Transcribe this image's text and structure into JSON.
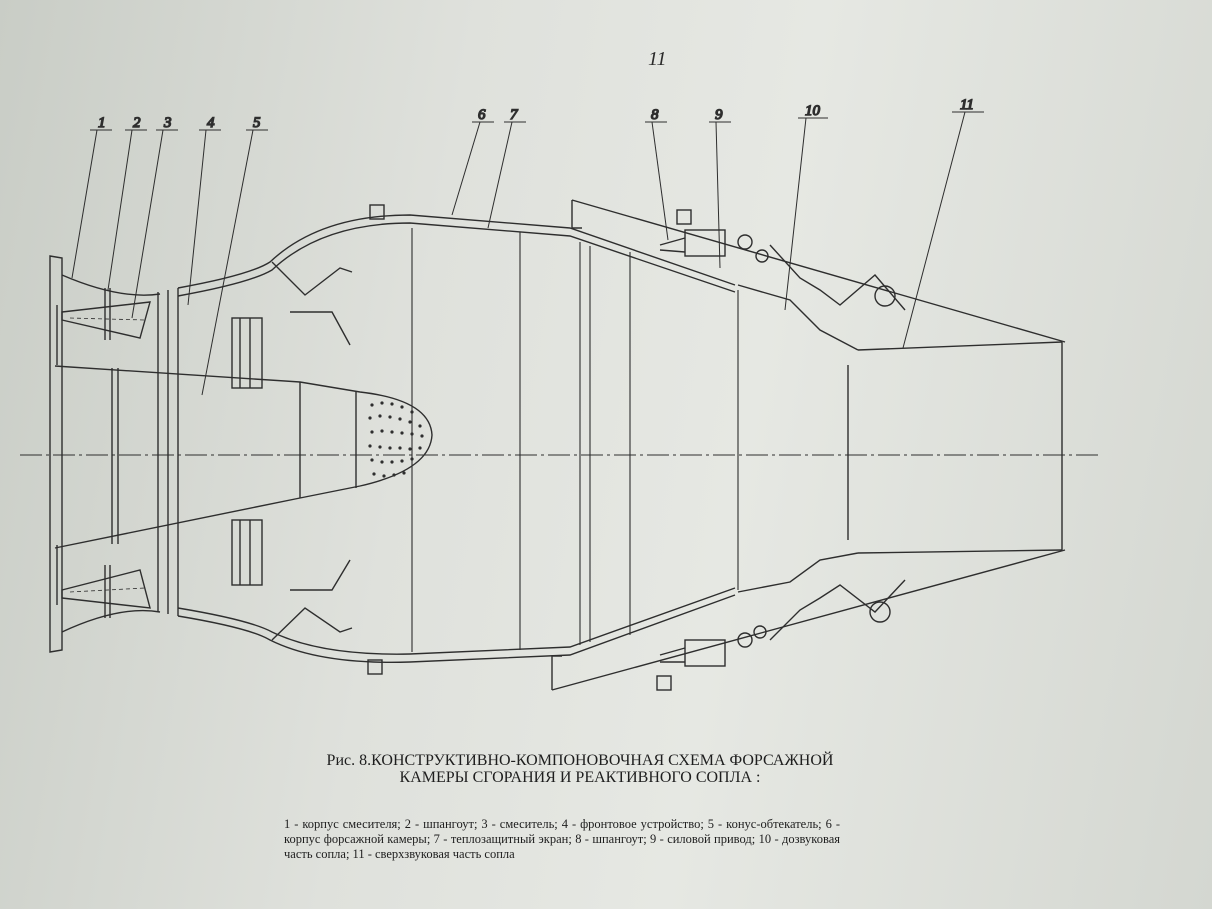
{
  "page_number": "11",
  "caption": {
    "line1": "Рис. 8.КОНСТРУКТИВНО-КОМПОНОВОЧНАЯ СХЕМА ФОРСАЖНОЙ",
    "line2": "КАМЕРЫ  СГОРАНИЯ И РЕАКТИВНОГО СОПЛА :"
  },
  "legend_text": "1 - корпус смесителя; 2 - шпангоут; 3 - смеситель; 4 - фронтовое устройство; 5 - конус-обтекатель; 6 - корпус форсажной камеры; 7 - теплозащитный экран; 8 - шпангоут; 9 - силовой привод; 10 - дозвуковая часть сопла; 11 - сверхзвуковая часть сопла",
  "callouts": [
    "1",
    "2",
    "3",
    "4",
    "5",
    "6",
    "7",
    "8",
    "9",
    "10",
    "11"
  ]
}
